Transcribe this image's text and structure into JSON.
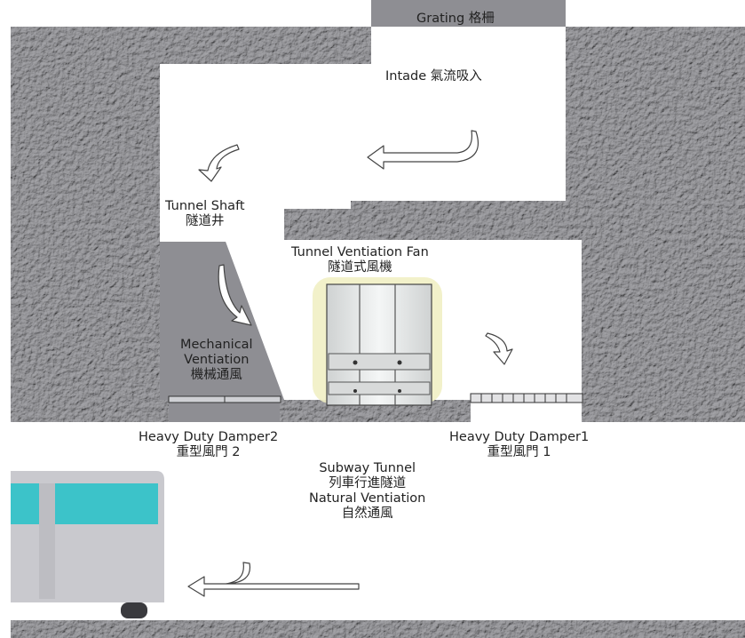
{
  "labels": {
    "grating": [
      "Grating 格柵"
    ],
    "intake": [
      "Intade 氣流吸入"
    ],
    "shaft": [
      "Tunnel Shaft",
      "隧道井"
    ],
    "fan": [
      "Tunnel Ventiation Fan",
      "隧道式風機"
    ],
    "mechanical": [
      "Mechanical",
      "Ventiation",
      "機械通風"
    ],
    "damper2": [
      "Heavy Duty Damper2",
      "重型風門 2"
    ],
    "damper1": [
      "Heavy Duty Damper1",
      "重型風門 1"
    ],
    "subway": [
      "Subway Tunnel",
      "列車行進隧道",
      "Natural Ventiation",
      "自然通風"
    ]
  },
  "colors": {
    "rock": "#8e8e93",
    "train_body": "#c9c9ce",
    "train_window": "#3cc3c9",
    "fan_frame": "#e9ecec",
    "fan_glow": "#f1f0c4"
  },
  "icons": [
    "curved-flow-arrow-icon",
    "train-icon",
    "fan-icon",
    "damper-grille-icon"
  ]
}
